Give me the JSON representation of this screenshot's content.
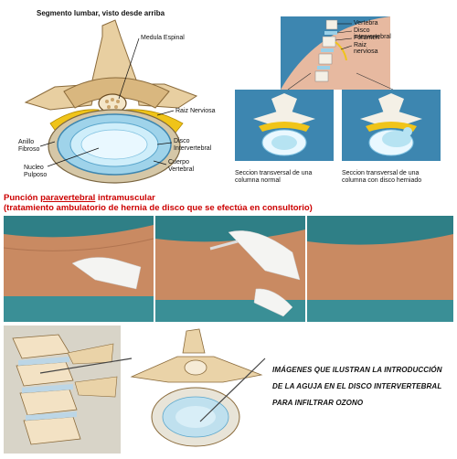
{
  "top_left": {
    "title": "Segmento lumbar, visto desde arriba",
    "labels": {
      "medula": "Medula Espinal",
      "raiz": "Raiz Nerviosa",
      "anillo_1": "Anillo",
      "anillo_2": "Fibroso",
      "disco_1": "Disco",
      "disco_2": "Intervertebral",
      "nucleo_1": "Nucleo",
      "nucleo_2": "Pulposo",
      "cuerpo_1": "Cuerpo",
      "cuerpo_2": "Vertebral"
    }
  },
  "top_right": {
    "labels": {
      "vertebra": "Vertebra",
      "disco": "Disco intervertebral",
      "foramen": "Foramen",
      "raiz": "Raiz nerviosa"
    },
    "caption_left_1": "Seccion transversal de una",
    "caption_left_2": "columna normal",
    "caption_right_1": "Seccion transversal de una",
    "caption_right_2": "columna con disco herniado"
  },
  "heading": {
    "line1_pre": "Punción ",
    "line1_underlined": "paravertebral",
    "line1_post": " intramuscular",
    "line2": "(tratamiento ambulatorio de hernia de disco que se efectúa en consultorio)"
  },
  "bottom": {
    "text_line1": "IMÁGENES QUE ILUSTRAN LA INTRODUCCIÓN",
    "text_line2": "DE LA AGUJA EN EL DISCO INTERVERTEBRAL",
    "text_line3": "PARA INFILTRAR OZONO"
  }
}
